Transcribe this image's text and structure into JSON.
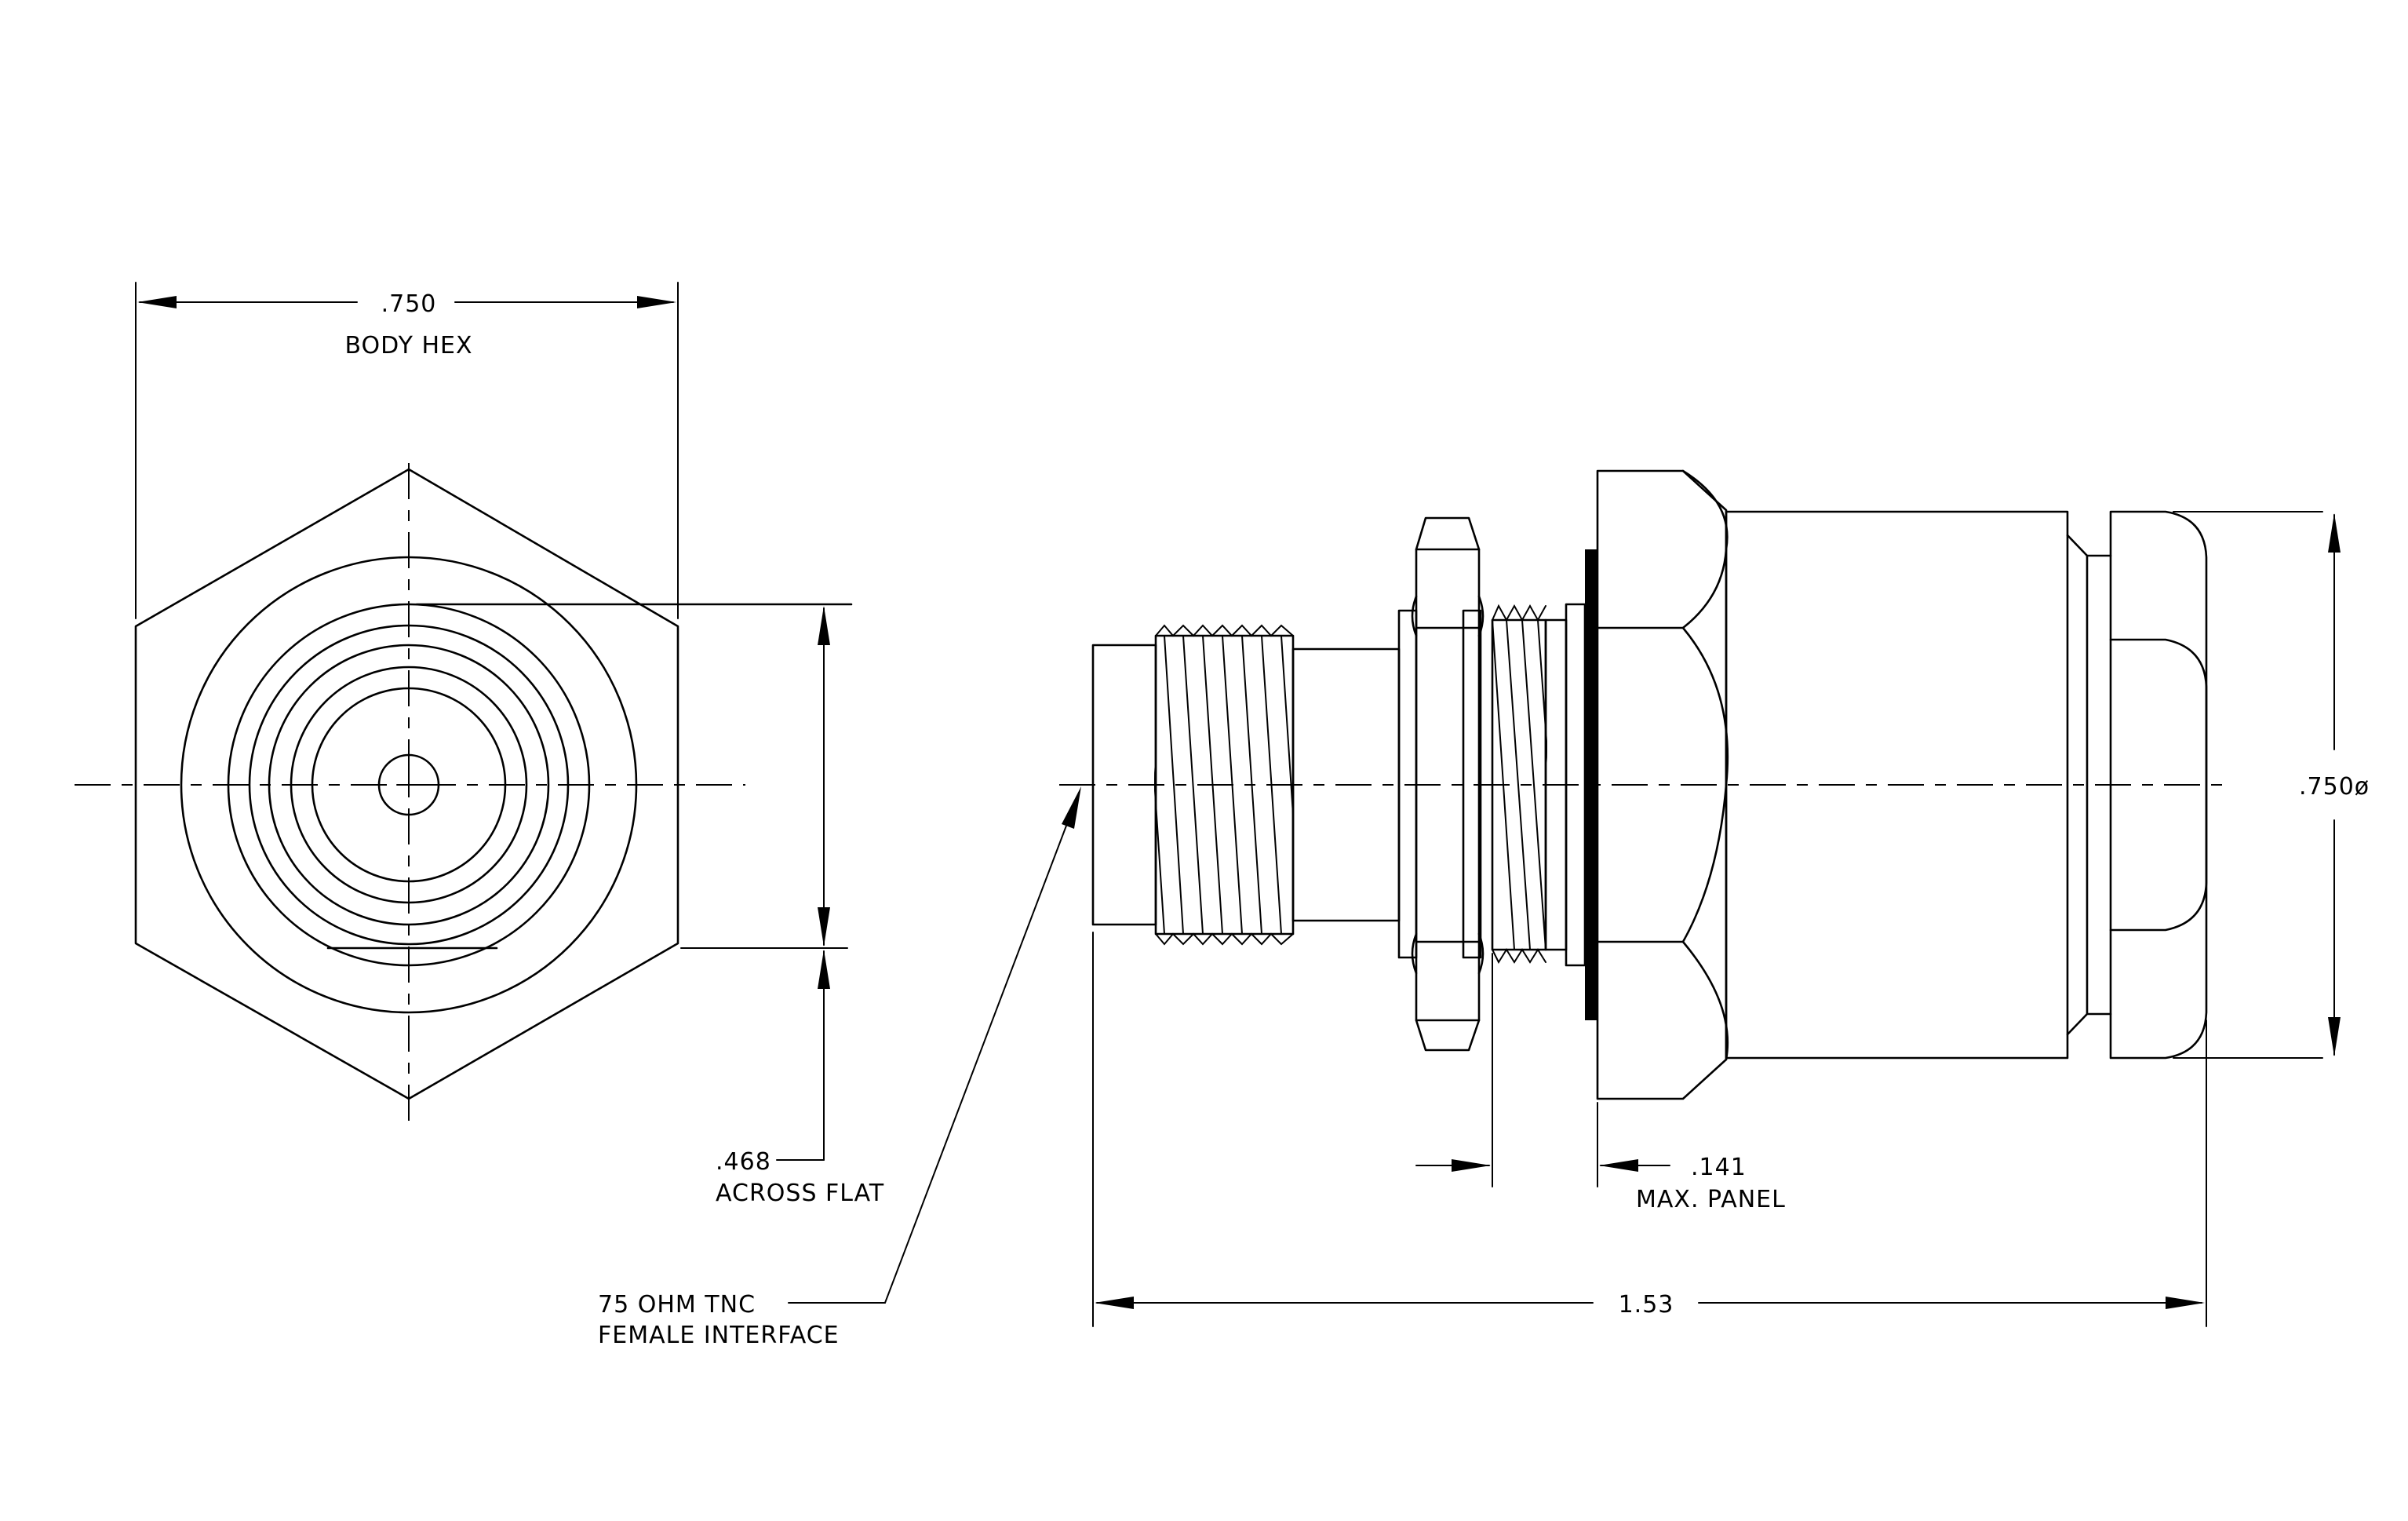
{
  "dimensions": {
    "body_hex": {
      "value": ".750",
      "label": "BODY HEX"
    },
    "across_flat": {
      "value": ".468",
      "label": "ACROSS FLAT"
    },
    "interface": {
      "line1": "75 OHM TNC",
      "line2": "FEMALE INTERFACE"
    },
    "max_panel": {
      "value": ".141",
      "label": "MAX. PANEL"
    },
    "overall_length": {
      "value": "1.53"
    },
    "body_diameter": {
      "value": ".750ø"
    }
  }
}
